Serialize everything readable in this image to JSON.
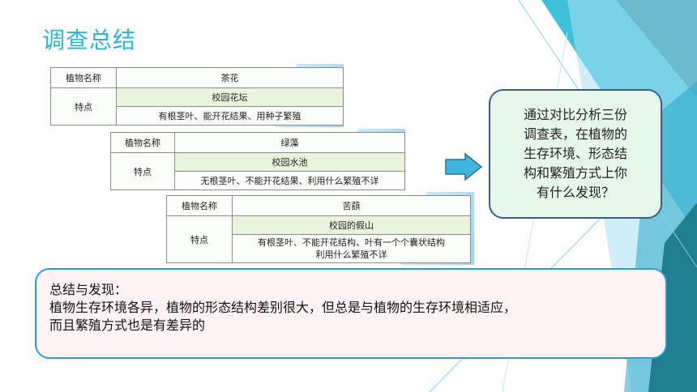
{
  "slide": {
    "title": "调查总结",
    "colors": {
      "accent": "#29b6d8",
      "dark_teal": "#1f7f8f",
      "light_blue": "#a9dcf3",
      "callout_bg": "#e6f7ec",
      "summary_bg": "#fff3f4"
    }
  },
  "tables": [
    {
      "name_label": "植物名称",
      "name": "茶花",
      "trait_label": "特点",
      "habitat": "校园花坛",
      "traits": "有根茎叶、能开花结果、用种子繁殖"
    },
    {
      "name_label": "植物名称",
      "name": "绿藻",
      "trait_label": "特点",
      "habitat": "校园水池",
      "traits": "无根茎叶、不能开花结果、利用什么繁殖不详"
    },
    {
      "name_label": "植物名称",
      "name": "苦蕻",
      "trait_label": "特点",
      "habitat": "校园的假山",
      "traits_line1": "有根茎叶、不能开花结构、叶有一个个囊状结构",
      "traits_line2": "利用什么繁殖不详"
    }
  ],
  "callout": {
    "lines": [
      "通过对比分析三份",
      "调查表，在植物的",
      "生存环境、形态结",
      "构和繁殖方式上你",
      "有什么发现？"
    ]
  },
  "summary": {
    "heading": "总结与发现：",
    "line1": "植物生存环境各异，植物的形态结构差别很大，但总是与植物的生存环境相适应，",
    "line2": "而且繁殖方式也是有差异的"
  }
}
